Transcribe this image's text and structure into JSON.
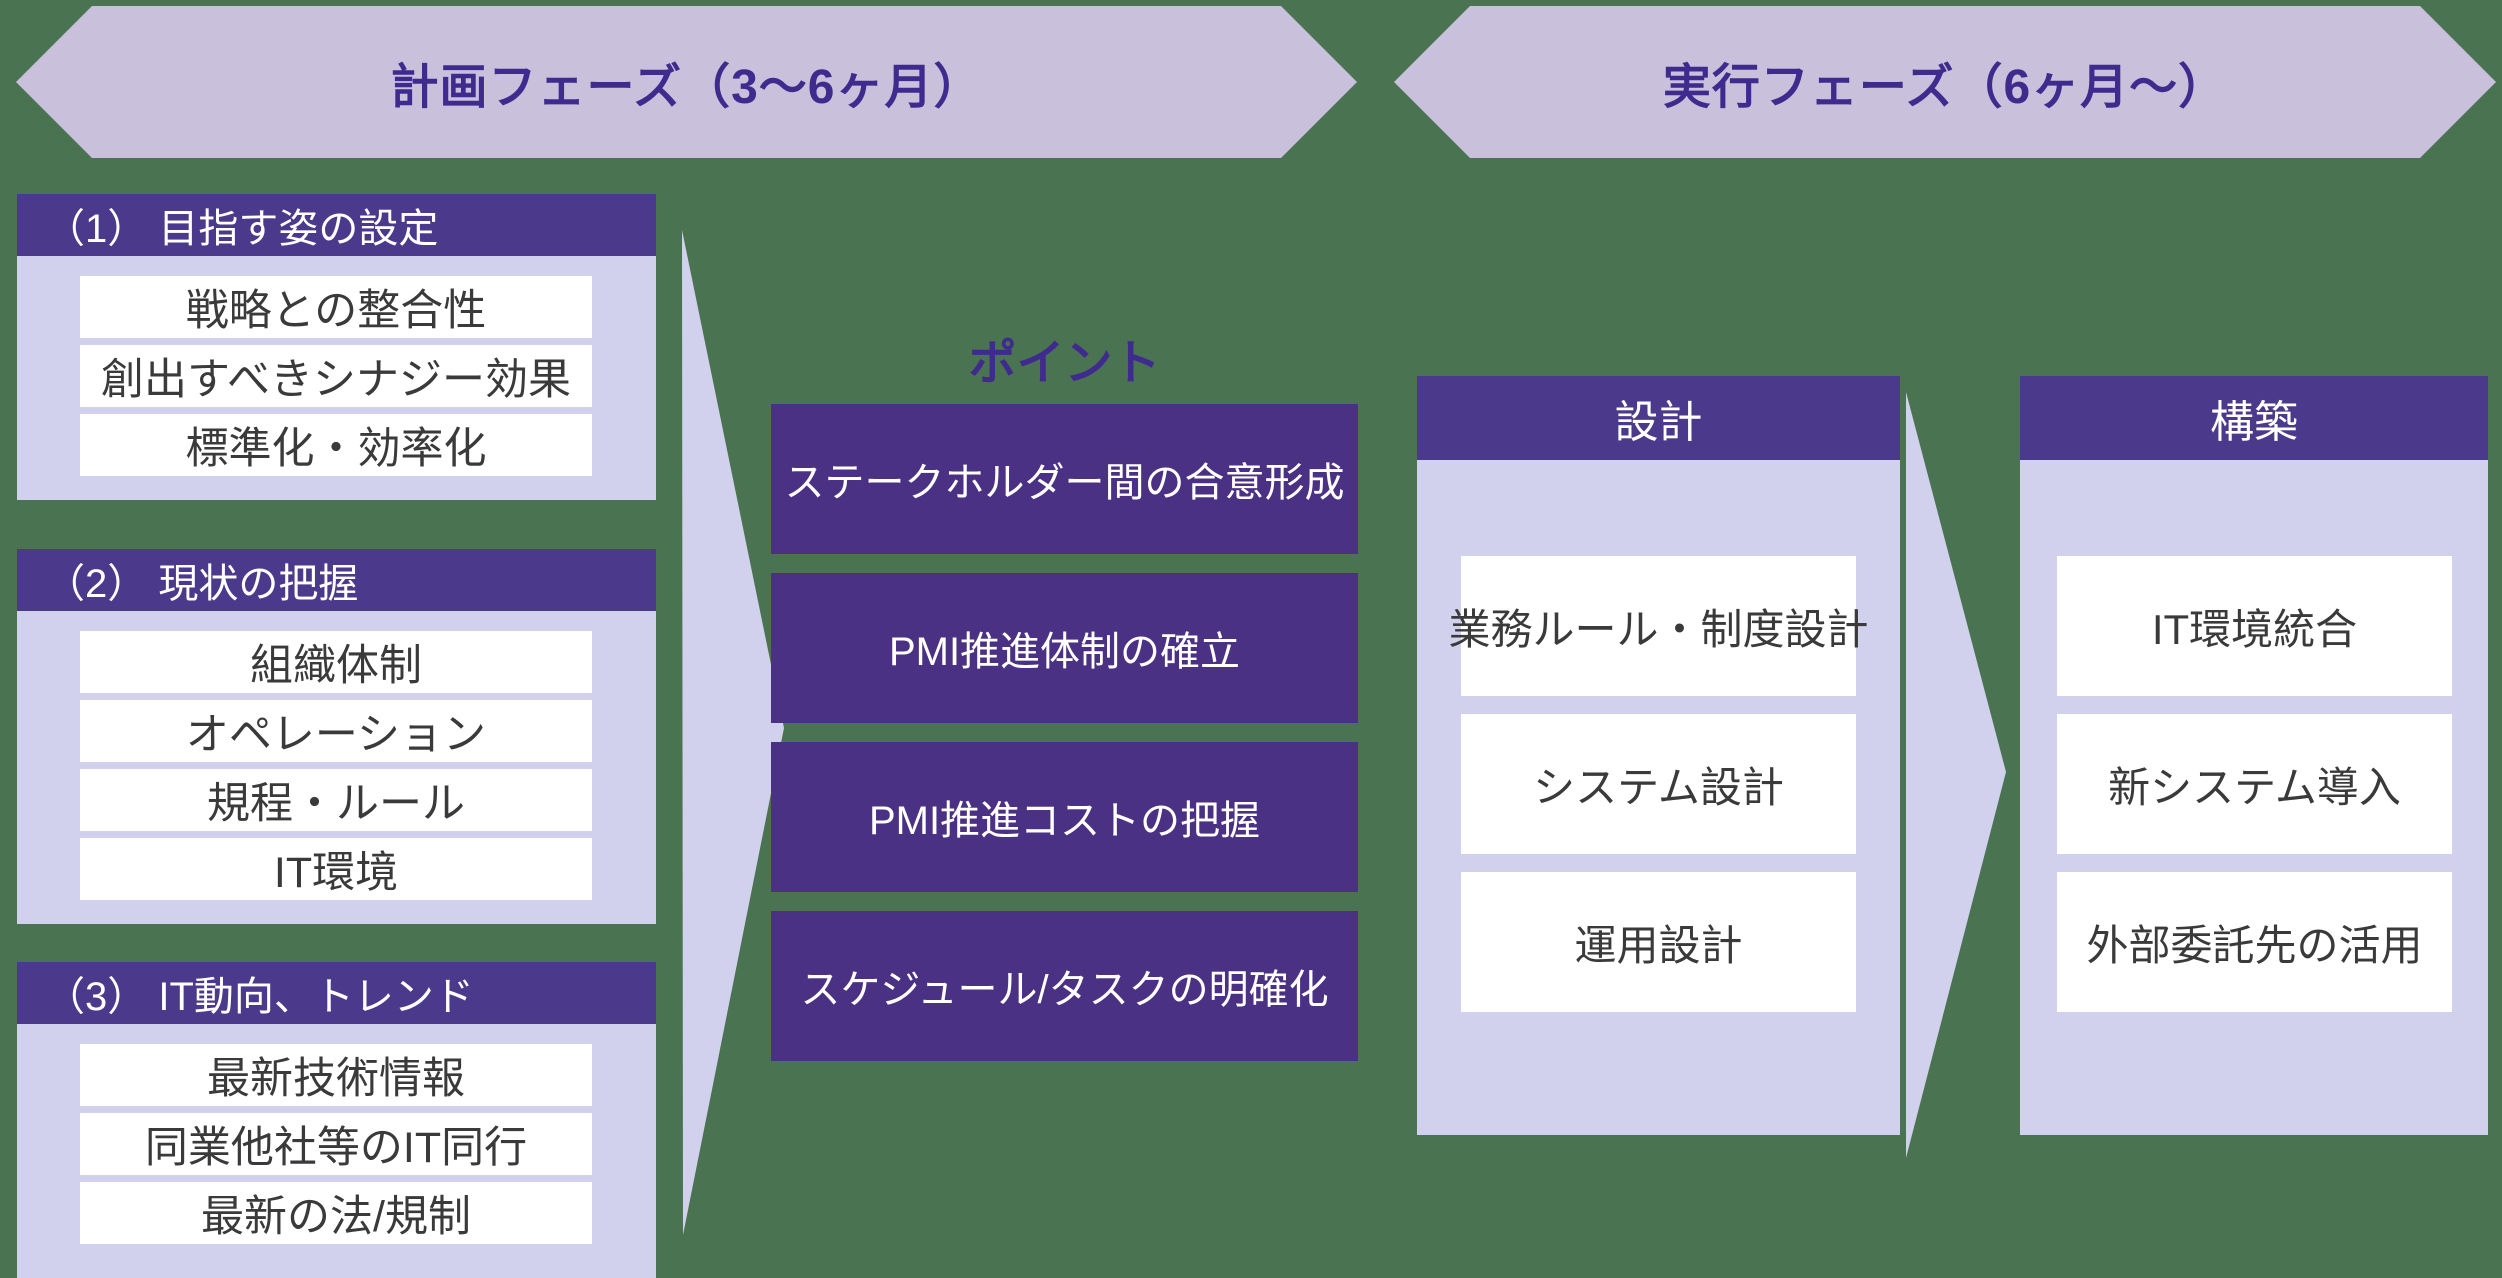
{
  "colors": {
    "background_green": "#4A7351",
    "banner_lavender": "#C9C0DC",
    "panel_lavender": "#D1D1ED",
    "header_purple": "#4B3A8C",
    "point_box_purple": "#4A3184",
    "title_text_purple": "#3F2B8E",
    "item_text_gray": "#3A3A3A",
    "white": "#FFFFFF"
  },
  "banners": {
    "planning": {
      "label": "計画フェーズ（3～6ヶ月）"
    },
    "execution": {
      "label": "実行フェーズ（6ヶ月～）"
    }
  },
  "left_column": {
    "boxes": [
      {
        "title": "（1） 目指す姿の設定",
        "items": [
          "戦略との整合性",
          "創出すべきシナジー効果",
          "標準化・効率化"
        ]
      },
      {
        "title": "（2） 現状の把握",
        "items": [
          "組織体制",
          "オペレーション",
          "規程・ルール",
          "IT環境"
        ]
      },
      {
        "title": "（3） IT動向、トレンド",
        "items": [
          "最新技術情報",
          "同業他社等のIT同行",
          "最新の法/規制"
        ]
      }
    ]
  },
  "points": {
    "title": "ポイント",
    "items": [
      "ステークホルダー間の合意形成",
      "PMI推進体制の確立",
      "PMI推進コストの把握",
      "スケジュール/タスクの明確化"
    ]
  },
  "panels": [
    {
      "title": "設計",
      "items": [
        "業務ルール・制度設計",
        "システム設計",
        "運用設計"
      ]
    },
    {
      "title": "構築",
      "items": [
        "IT環境統合",
        "新システム導入",
        "外部委託先の活用"
      ]
    }
  ]
}
